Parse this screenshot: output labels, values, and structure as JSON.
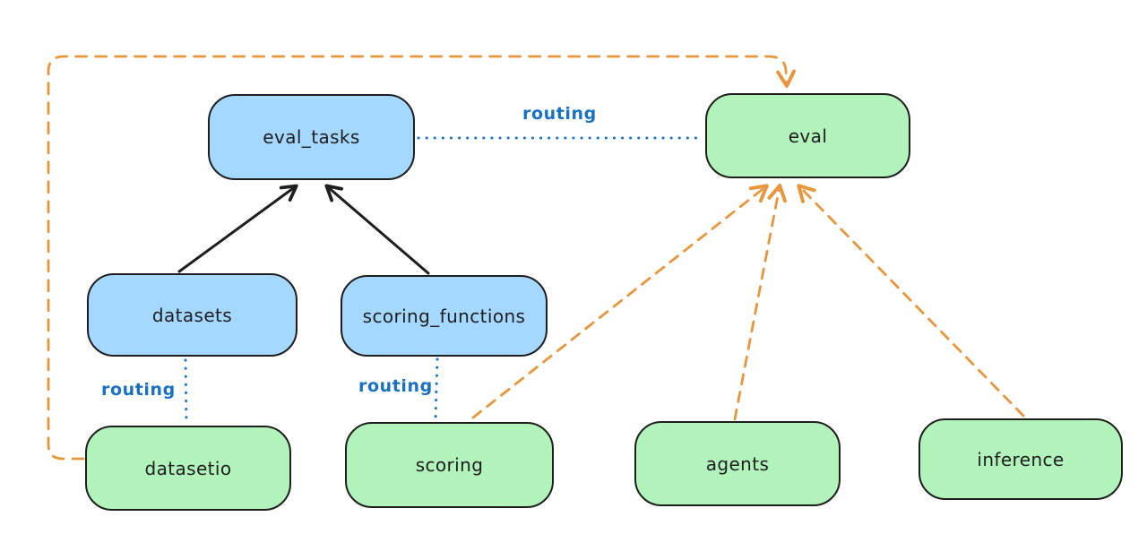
{
  "diagram": {
    "background": "#ffffff",
    "colors": {
      "blue_node_fill": "#a5d8ff",
      "green_node_fill": "#b2f2bb",
      "node_stroke": "#1e1e1e",
      "solid_arrow": "#1e1e1e",
      "routing_blue": "#1971c2",
      "dashed_orange": "#e8963c"
    },
    "nodes": [
      {
        "id": "eval_tasks",
        "label": "eval_tasks",
        "fill": "blue"
      },
      {
        "id": "eval",
        "label": "eval",
        "fill": "green"
      },
      {
        "id": "datasets",
        "label": "datasets",
        "fill": "blue"
      },
      {
        "id": "scoring_functions",
        "label": "scoring_functions",
        "fill": "blue"
      },
      {
        "id": "datasetio",
        "label": "datasetio",
        "fill": "green"
      },
      {
        "id": "scoring",
        "label": "scoring",
        "fill": "green"
      },
      {
        "id": "agents",
        "label": "agents",
        "fill": "green"
      },
      {
        "id": "inference",
        "label": "inference",
        "fill": "green"
      }
    ],
    "edges": [
      {
        "from": "datasets",
        "to": "eval_tasks",
        "style": "solid",
        "color": "#1e1e1e",
        "arrow": true,
        "label": ""
      },
      {
        "from": "scoring_functions",
        "to": "eval_tasks",
        "style": "solid",
        "color": "#1e1e1e",
        "arrow": true,
        "label": ""
      },
      {
        "from": "eval_tasks",
        "to": "eval",
        "style": "dotted",
        "color": "#1971c2",
        "arrow": false,
        "label": "routing"
      },
      {
        "from": "datasets",
        "to": "datasetio",
        "style": "dotted",
        "color": "#1971c2",
        "arrow": false,
        "label": "routing"
      },
      {
        "from": "scoring_functions",
        "to": "scoring",
        "style": "dotted",
        "color": "#1971c2",
        "arrow": false,
        "label": "routing"
      },
      {
        "from": "datasetio",
        "to": "eval",
        "style": "dashed",
        "color": "#e8963c",
        "arrow": true,
        "label": "",
        "route": "left-edge-loop"
      },
      {
        "from": "scoring",
        "to": "eval",
        "style": "dashed",
        "color": "#e8963c",
        "arrow": true,
        "label": ""
      },
      {
        "from": "agents",
        "to": "eval",
        "style": "dashed",
        "color": "#e8963c",
        "arrow": true,
        "label": ""
      },
      {
        "from": "inference",
        "to": "eval",
        "style": "dashed",
        "color": "#e8963c",
        "arrow": true,
        "label": ""
      }
    ]
  }
}
